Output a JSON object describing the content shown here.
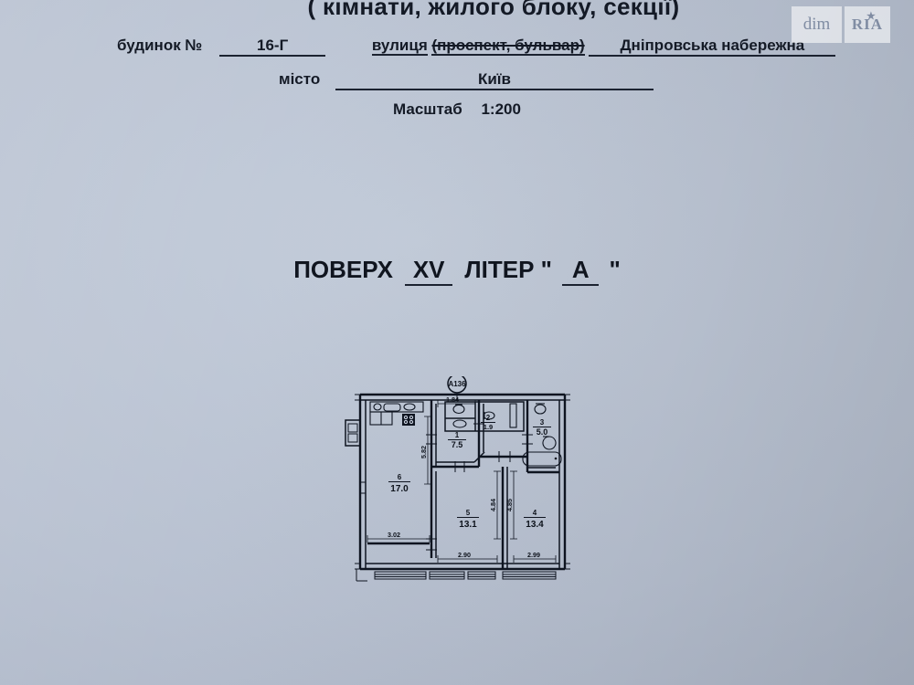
{
  "document": {
    "header_title": "( кімнати, жилого  блоку, секції)",
    "building_label": "будинок №",
    "building_value": "16-Г",
    "street_label": "вулиця",
    "street_strikethrough": "(проспект, бульвар)",
    "street_value": "Дніпровська набережна",
    "city_label": "місто",
    "city_value": "Київ",
    "scale_label": "Масштаб",
    "scale_value": "1:200",
    "floor_label_prefix": "ПОВЕРХ",
    "floor_value": "XV",
    "letter_label": "ЛІТЕР",
    "letter_quote_open": "\"",
    "letter_value": "А",
    "letter_quote_close": "\""
  },
  "watermark": {
    "left_text": "dim",
    "right_text": "RIA",
    "star_glyph": "★"
  },
  "plan": {
    "node_marker": "А136",
    "rooms": [
      {
        "id": "room-1",
        "number": "1",
        "area": "7.5"
      },
      {
        "id": "room-2",
        "number": "2",
        "area": "1.9"
      },
      {
        "id": "room-3",
        "number": "3",
        "area": "5.0"
      },
      {
        "id": "room-4",
        "number": "4",
        "area": "13.4"
      },
      {
        "id": "room-5",
        "number": "5",
        "area": "13.1"
      },
      {
        "id": "room-6",
        "number": "6",
        "area": "17.0"
      }
    ],
    "dimensions": {
      "top_corridor": "1.84",
      "left_vertical": "5.82",
      "left_bottom_horizontal": "3.02",
      "mid_vertical_left": "4.84",
      "mid_vertical_right": "4.85",
      "bottom_left": "2.90",
      "bottom_right": "2.99"
    }
  }
}
